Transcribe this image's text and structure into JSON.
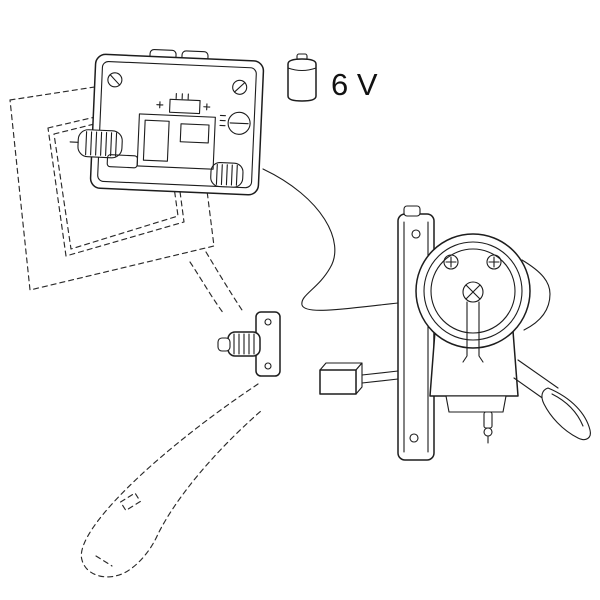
{
  "page": {
    "background": "#ffffff"
  },
  "diagram": {
    "line_color": "#1d1d1d",
    "dashed_line_color": "#2a2a2a",
    "labels": {
      "battery_voltage": "6 V"
    },
    "parts": [
      "flush-plate-frame-dashed",
      "control-unit",
      "battery-6v",
      "connection-cable",
      "actuator-unit",
      "power-connector",
      "support-rail-dashed",
      "rail-mounting-bracket"
    ]
  }
}
